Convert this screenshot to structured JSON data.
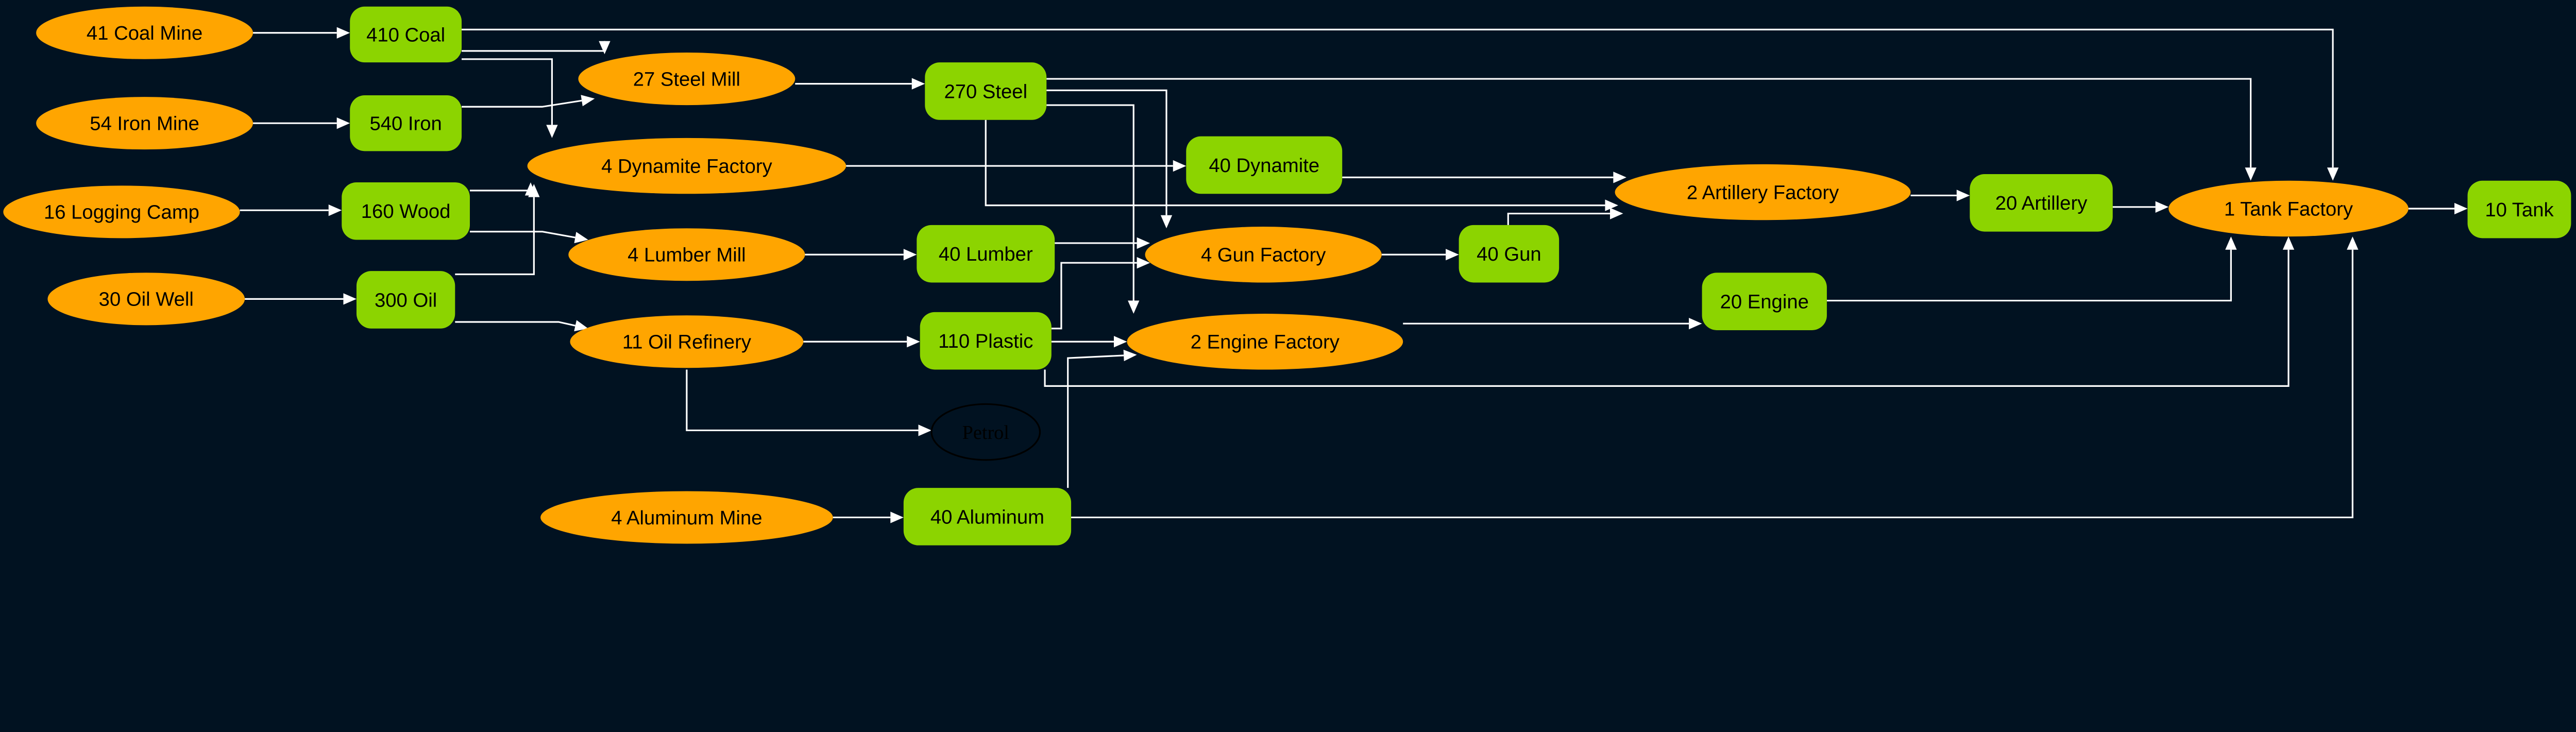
{
  "colors": {
    "background": "#011221",
    "building": "#FFA500",
    "resource": "#8CD400",
    "edge": "#FFFFFF",
    "outline": "#000000"
  },
  "nodes": {
    "coal_mine": {
      "label": "41 Coal Mine",
      "kind": "building"
    },
    "iron_mine": {
      "label": "54 Iron Mine",
      "kind": "building"
    },
    "logging_camp": {
      "label": "16 Logging Camp",
      "kind": "building"
    },
    "oil_well": {
      "label": "30 Oil Well",
      "kind": "building"
    },
    "coal": {
      "label": "410 Coal",
      "kind": "resource"
    },
    "iron": {
      "label": "540 Iron",
      "kind": "resource"
    },
    "wood": {
      "label": "160 Wood",
      "kind": "resource"
    },
    "oil": {
      "label": "300 Oil",
      "kind": "resource"
    },
    "steel_mill": {
      "label": "27 Steel Mill",
      "kind": "building"
    },
    "dynamite_factory": {
      "label": "4 Dynamite Factory",
      "kind": "building"
    },
    "lumber_mill": {
      "label": "4 Lumber Mill",
      "kind": "building"
    },
    "oil_refinery": {
      "label": "11 Oil Refinery",
      "kind": "building"
    },
    "petrol": {
      "label": "Petrol",
      "kind": "unused"
    },
    "aluminum_mine": {
      "label": "4 Aluminum Mine",
      "kind": "building"
    },
    "steel": {
      "label": "270 Steel",
      "kind": "resource"
    },
    "lumber": {
      "label": "40 Lumber",
      "kind": "resource"
    },
    "plastic": {
      "label": "110 Plastic",
      "kind": "resource"
    },
    "aluminum": {
      "label": "40 Aluminum",
      "kind": "resource"
    },
    "dynamite": {
      "label": "40 Dynamite",
      "kind": "resource"
    },
    "gun_factory": {
      "label": "4 Gun Factory",
      "kind": "building"
    },
    "engine_factory": {
      "label": "2 Engine Factory",
      "kind": "building"
    },
    "gun": {
      "label": "40 Gun",
      "kind": "resource"
    },
    "engine": {
      "label": "20 Engine",
      "kind": "resource"
    },
    "artillery_factory": {
      "label": "2 Artillery Factory",
      "kind": "building"
    },
    "artillery": {
      "label": "20 Artillery",
      "kind": "resource"
    },
    "tank_factory": {
      "label": "1 Tank Factory",
      "kind": "building"
    },
    "tank": {
      "label": "10 Tank",
      "kind": "resource"
    }
  },
  "edges": [
    [
      "coal_mine",
      "coal"
    ],
    [
      "iron_mine",
      "iron"
    ],
    [
      "logging_camp",
      "wood"
    ],
    [
      "oil_well",
      "oil"
    ],
    [
      "coal",
      "tank_factory"
    ],
    [
      "coal",
      "steel_mill"
    ],
    [
      "coal",
      "dynamite_factory"
    ],
    [
      "iron",
      "steel_mill"
    ],
    [
      "wood",
      "dynamite_factory"
    ],
    [
      "wood",
      "lumber_mill"
    ],
    [
      "oil",
      "dynamite_factory"
    ],
    [
      "oil",
      "oil_refinery"
    ],
    [
      "steel_mill",
      "steel"
    ],
    [
      "dynamite_factory",
      "dynamite"
    ],
    [
      "lumber_mill",
      "lumber"
    ],
    [
      "oil_refinery",
      "plastic"
    ],
    [
      "oil_refinery",
      "petrol"
    ],
    [
      "aluminum_mine",
      "aluminum"
    ],
    [
      "steel",
      "tank_factory"
    ],
    [
      "steel",
      "gun_factory"
    ],
    [
      "steel",
      "engine_factory"
    ],
    [
      "steel",
      "artillery_factory"
    ],
    [
      "lumber",
      "gun_factory"
    ],
    [
      "plastic",
      "gun_factory"
    ],
    [
      "plastic",
      "engine_factory"
    ],
    [
      "plastic",
      "tank_factory"
    ],
    [
      "aluminum",
      "engine_factory"
    ],
    [
      "aluminum",
      "tank_factory"
    ],
    [
      "dynamite",
      "artillery_factory"
    ],
    [
      "gun_factory",
      "gun"
    ],
    [
      "gun",
      "artillery_factory"
    ],
    [
      "engine_factory",
      "engine"
    ],
    [
      "engine",
      "tank_factory"
    ],
    [
      "artillery_factory",
      "artillery"
    ],
    [
      "artillery",
      "tank_factory"
    ],
    [
      "tank_factory",
      "tank"
    ]
  ]
}
